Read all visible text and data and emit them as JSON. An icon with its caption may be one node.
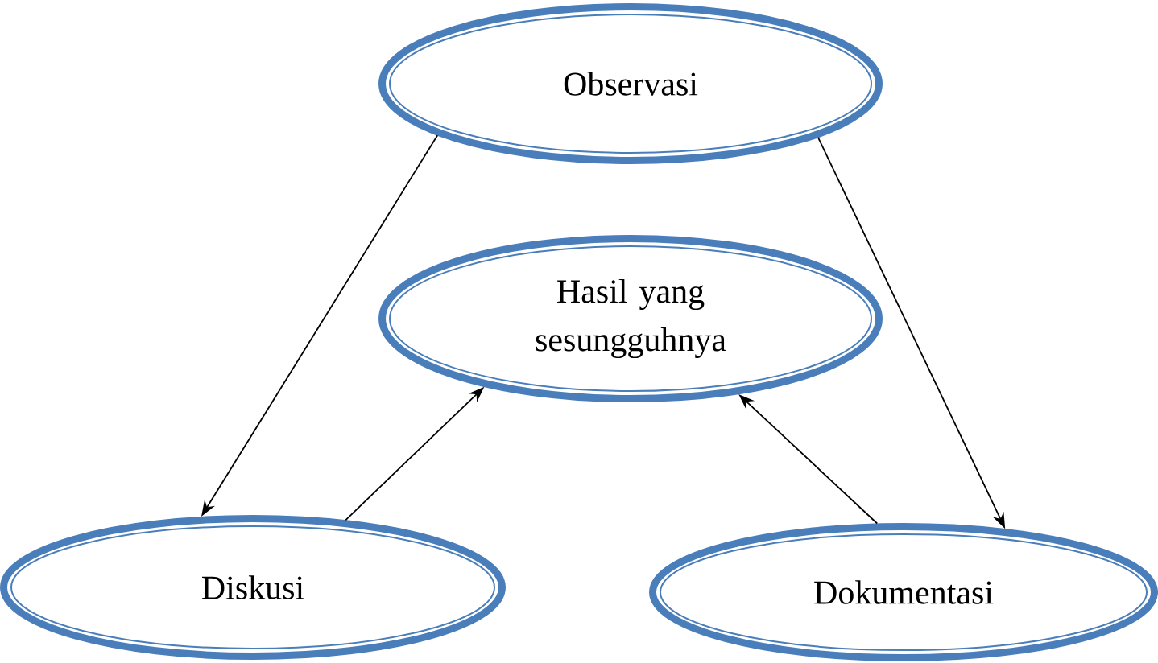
{
  "diagram": {
    "nodes": [
      {
        "text": [
          "Observasi"
        ]
      },
      {
        "text": [
          "Hasil yang sesungguhnya"
        ]
      },
      {
        "text": [
          "Diskusi"
        ]
      },
      {
        "text": [
          "Dokumentasi"
        ]
      }
    ],
    "edges": [
      {
        "from": 0,
        "to": 2,
        "arrow": "to"
      },
      {
        "from": 0,
        "to": 3,
        "arrow": "to"
      },
      {
        "from": 2,
        "to": 1,
        "arrow": "to"
      },
      {
        "from": 3,
        "to": 1,
        "arrow": "to"
      }
    ]
  }
}
